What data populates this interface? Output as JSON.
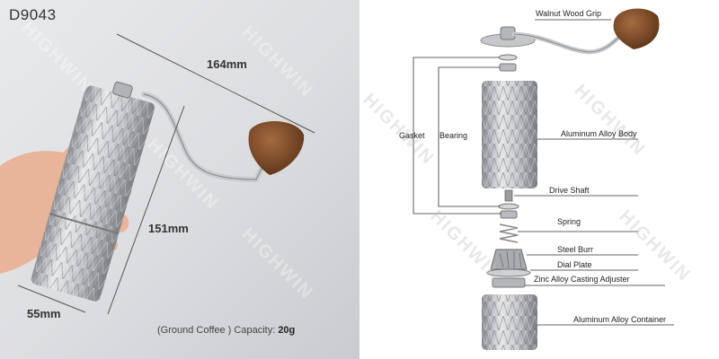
{
  "left": {
    "model": "D9043",
    "dim_length": "164mm",
    "dim_height": "151mm",
    "dim_width": "55mm",
    "capacity_prefix": "(Ground Coffee ) Capacity: ",
    "capacity_value": "20g",
    "watermark": "HIGHWIN"
  },
  "right": {
    "watermark": "HIGHWIN",
    "labels": {
      "walnut_grip": "Walnut Wood Grip",
      "gasket": "Gasket",
      "bearing": "Bearing",
      "body": "Aluminum Alloy Body",
      "drive_shaft": "Drive Shaft",
      "spring": "Spring",
      "steel_burr": "Steel Burr",
      "dial_plate": "Dial Plate",
      "adjuster": "Zinc Alloy Casting Adjuster",
      "container": "Aluminum Alloy Container"
    }
  },
  "colors": {
    "wood": "#7a4a2a",
    "metal": "#b9bcc0",
    "line": "#333333"
  }
}
